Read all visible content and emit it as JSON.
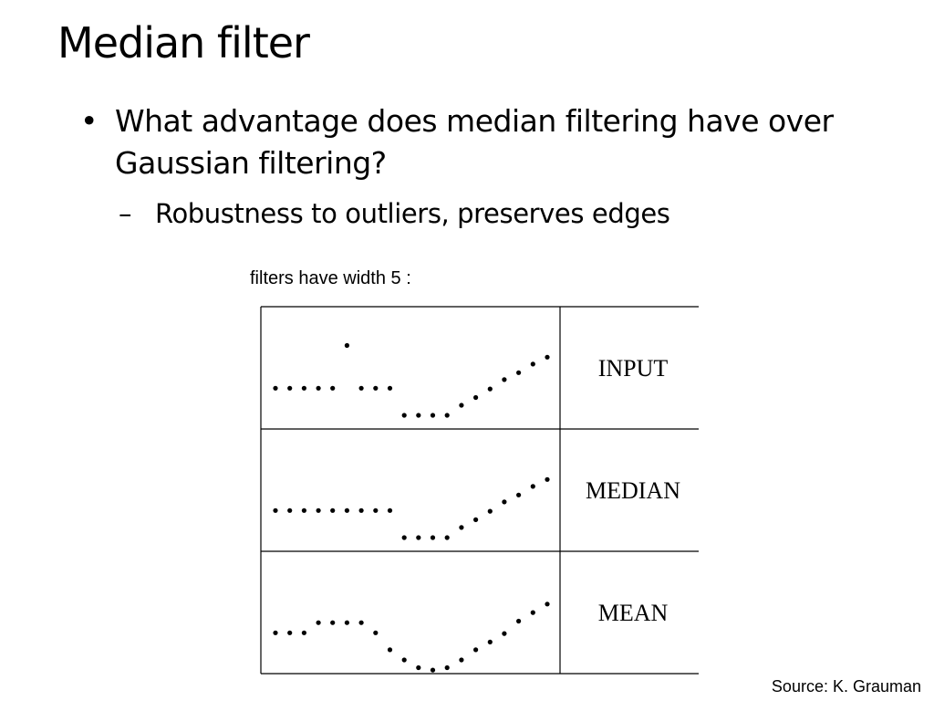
{
  "slide": {
    "title": "Median filter",
    "bullet_marker": "•",
    "bullet": "What advantage does median filtering have over Gaussian filtering?",
    "sub_marker": "–",
    "sub_bullet": "Robustness to outliers, preserves edges"
  },
  "figure": {
    "caption": "filters have width 5 :",
    "source": "Source: K. Grauman"
  },
  "chart_data": {
    "type": "scatter",
    "title": "filters have width 5 :",
    "xlabel": "",
    "ylabel": "",
    "grid": false,
    "xlim": [
      1,
      20
    ],
    "ylim": [
      0,
      10
    ],
    "series": [
      {
        "name": "INPUT",
        "x": [
          1,
          2,
          3,
          4,
          5,
          6,
          7,
          8,
          9,
          10,
          11,
          12,
          13,
          14,
          15,
          16,
          17,
          18,
          19,
          20
        ],
        "y": [
          3.5,
          3.5,
          3.5,
          3.5,
          3.5,
          9.0,
          3.5,
          3.5,
          3.5,
          0,
          0,
          0,
          0,
          1.3,
          2.3,
          3.4,
          4.6,
          5.5,
          6.6,
          7.5
        ]
      },
      {
        "name": "MEDIAN",
        "x": [
          1,
          2,
          3,
          4,
          5,
          6,
          7,
          8,
          9,
          10,
          11,
          12,
          13,
          14,
          15,
          16,
          17,
          18,
          19,
          20
        ],
        "y": [
          3.5,
          3.5,
          3.5,
          3.5,
          3.5,
          3.5,
          3.5,
          3.5,
          3.5,
          0,
          0,
          0,
          0,
          1.3,
          2.3,
          3.4,
          4.6,
          5.5,
          6.6,
          7.5
        ]
      },
      {
        "name": "MEAN",
        "x": [
          1,
          2,
          3,
          4,
          5,
          6,
          7,
          8,
          9,
          10,
          11,
          12,
          13,
          14,
          15,
          16,
          17,
          18,
          19,
          20
        ],
        "y": [
          3.5,
          3.5,
          3.5,
          4.8,
          4.8,
          4.8,
          4.8,
          3.5,
          1.3,
          0,
          -1.0,
          -1.3,
          -1.0,
          0,
          1.3,
          2.3,
          3.4,
          5.0,
          6.1,
          7.2
        ]
      }
    ]
  }
}
